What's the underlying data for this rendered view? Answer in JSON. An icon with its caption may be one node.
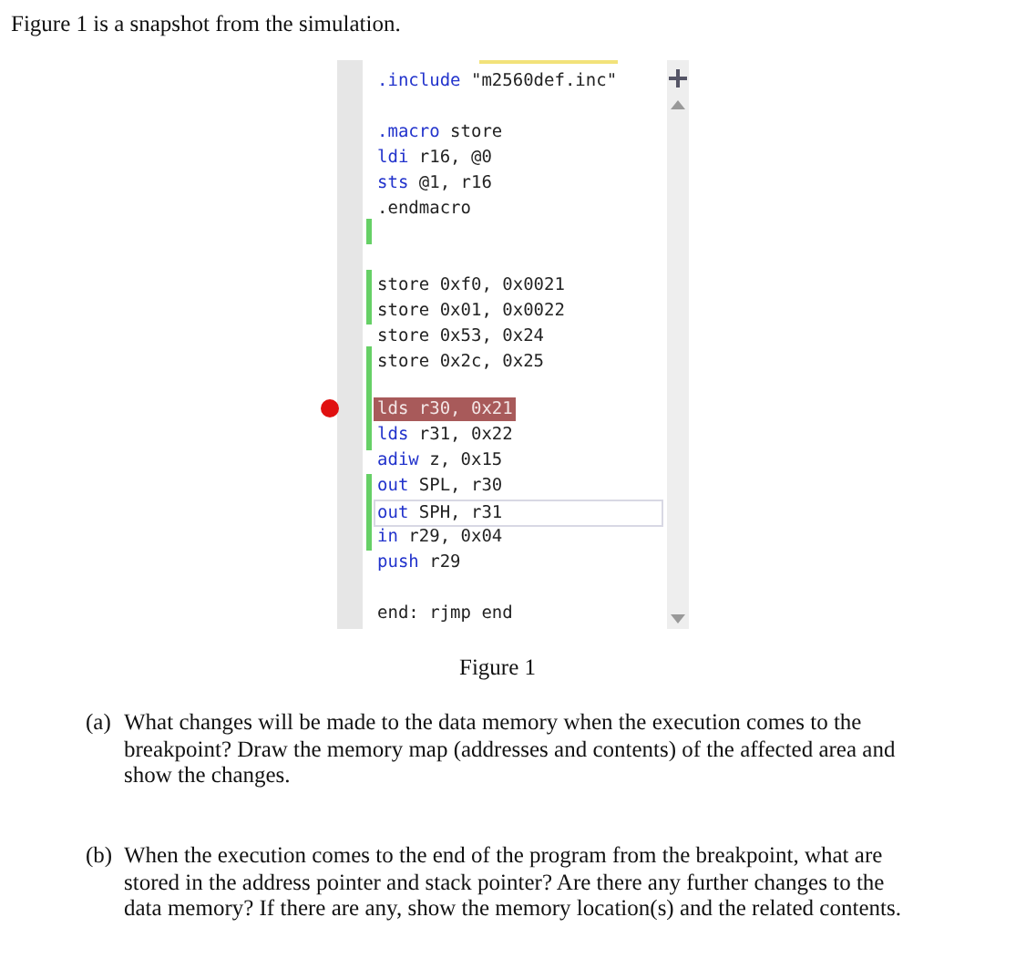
{
  "diagram": {
    "caption": "Figure 1",
    "labels": [
      "Figure 1 is a snapshot from the simulation.",
      ".include \"m2560def.inc\"",
      ".macro store",
      "ldi r16, @0",
      "sts @1, r16",
      ".endmacro",
      "store 0xf0, 0x0021",
      "store 0x01, 0x0022",
      "store 0x53, 0x24",
      "store 0x2c, 0x25",
      "lds r30, 0x21",
      "lds r31, 0x22",
      "adiw z, 0x15",
      "out SPL, r30",
      "out SPH, r31",
      "in r29, 0x04",
      "push r29",
      "end: rjmp end",
      "(a)",
      "What changes will be made to the data memory when the execution comes to the breakpoint? Draw the memory map (addresses and contents) of the affected area and show the changes.",
      "(b)",
      "When the execution comes to the end of the program from the breakpoint, what are stored in the address pointer and stack pointer? Are there any further changes to the data memory? If there are any, show the memory location(s) and the related contents."
    ]
  }
}
